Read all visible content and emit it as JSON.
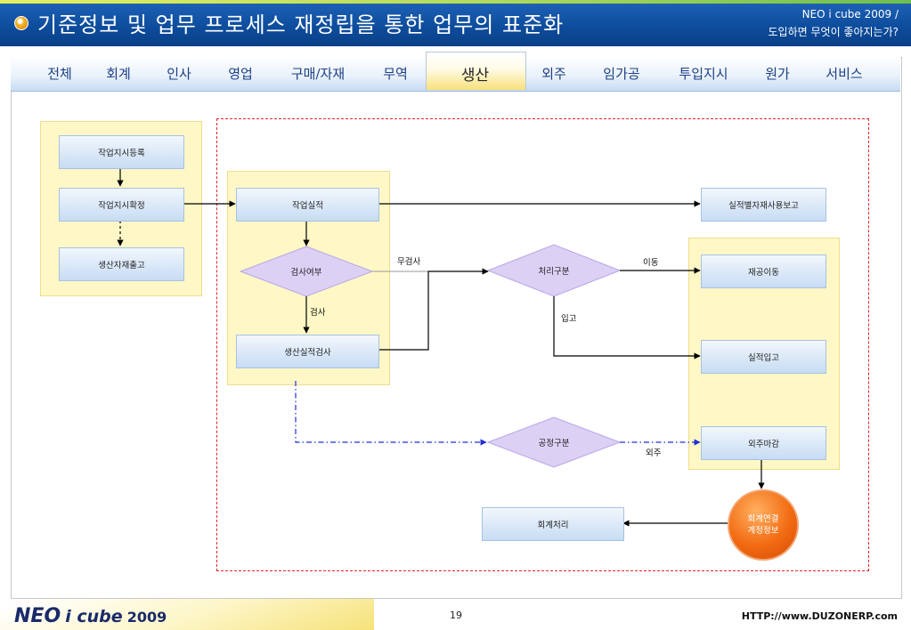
{
  "header": {
    "title": "기준정보 및 업무 프로세스 재정립을 통한 업무의 표준화",
    "subtitle_line1": "NEO i cube 2009 /",
    "subtitle_line2": "도입하면 무엇이 좋아지는가?"
  },
  "tabs": [
    {
      "label": "전체"
    },
    {
      "label": "회계"
    },
    {
      "label": "인사"
    },
    {
      "label": "영업"
    },
    {
      "label": "구매/자재"
    },
    {
      "label": "무역"
    },
    {
      "label": "생산",
      "active": true
    },
    {
      "label": "외주"
    },
    {
      "label": "임가공"
    },
    {
      "label": "투입지시"
    },
    {
      "label": "원가"
    },
    {
      "label": "서비스"
    }
  ],
  "diagram": {
    "nodes": {
      "work_order_register": "작업지시등록",
      "work_order_confirm": "작업지시확정",
      "production_material_issue": "생산자재출고",
      "work_result": "작업실적",
      "inspection_check": "검사여부",
      "production_result_inspection": "생산실적검사",
      "process_type": "처리구분",
      "material_usage_report": "실적별자재사용보고",
      "wip_transfer": "재공이동",
      "result_receipt": "실적입고",
      "process_type_2": "공정구분",
      "outsourcing_close": "외주마감",
      "accounting_link_line1": "회계연결",
      "accounting_link_line2": "계정정보",
      "accounting_process": "회계처리"
    },
    "edge_labels": {
      "no_inspection": "무검사",
      "inspection": "검사",
      "transfer": "이동",
      "receipt": "입고",
      "outsourcing": "외주"
    },
    "colors": {
      "solid_line": "#000000",
      "dash_dot_line": "#1f2fd6",
      "dashed_border": "#e0242a",
      "panel": "#fff8c6",
      "diamond": "#dcd0f5",
      "circle": "#f26b12"
    }
  },
  "footer": {
    "logo_neo": "NEO",
    "logo_icube": "i cube",
    "logo_year": "2009",
    "page_number": "19",
    "url": "HTTP://www.DUZONERP.com"
  }
}
